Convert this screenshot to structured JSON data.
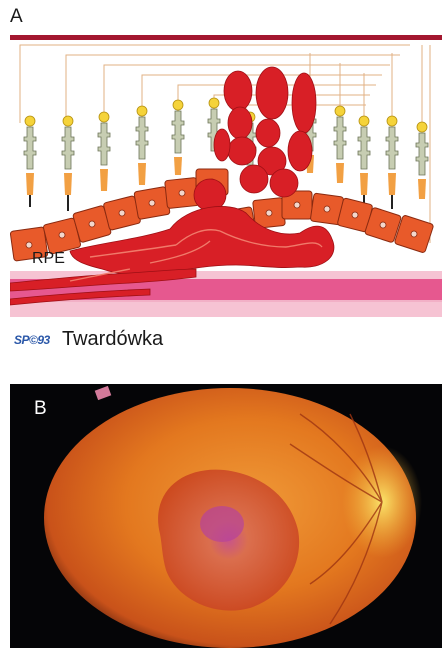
{
  "panel_a": {
    "label": "A",
    "rpe_label": "RPE",
    "sclera_label": "Twardówka",
    "signature": "SP©93"
  },
  "panel_b": {
    "label": "B"
  },
  "colors": {
    "vessel_red": "#d81f26",
    "rpe_orange": "#e85a2a",
    "bruch_pink": "#e6588f",
    "choroid_pink": "#f6c3d3",
    "fundus_orange": "#e3781f",
    "top_line": "#a3172f"
  }
}
